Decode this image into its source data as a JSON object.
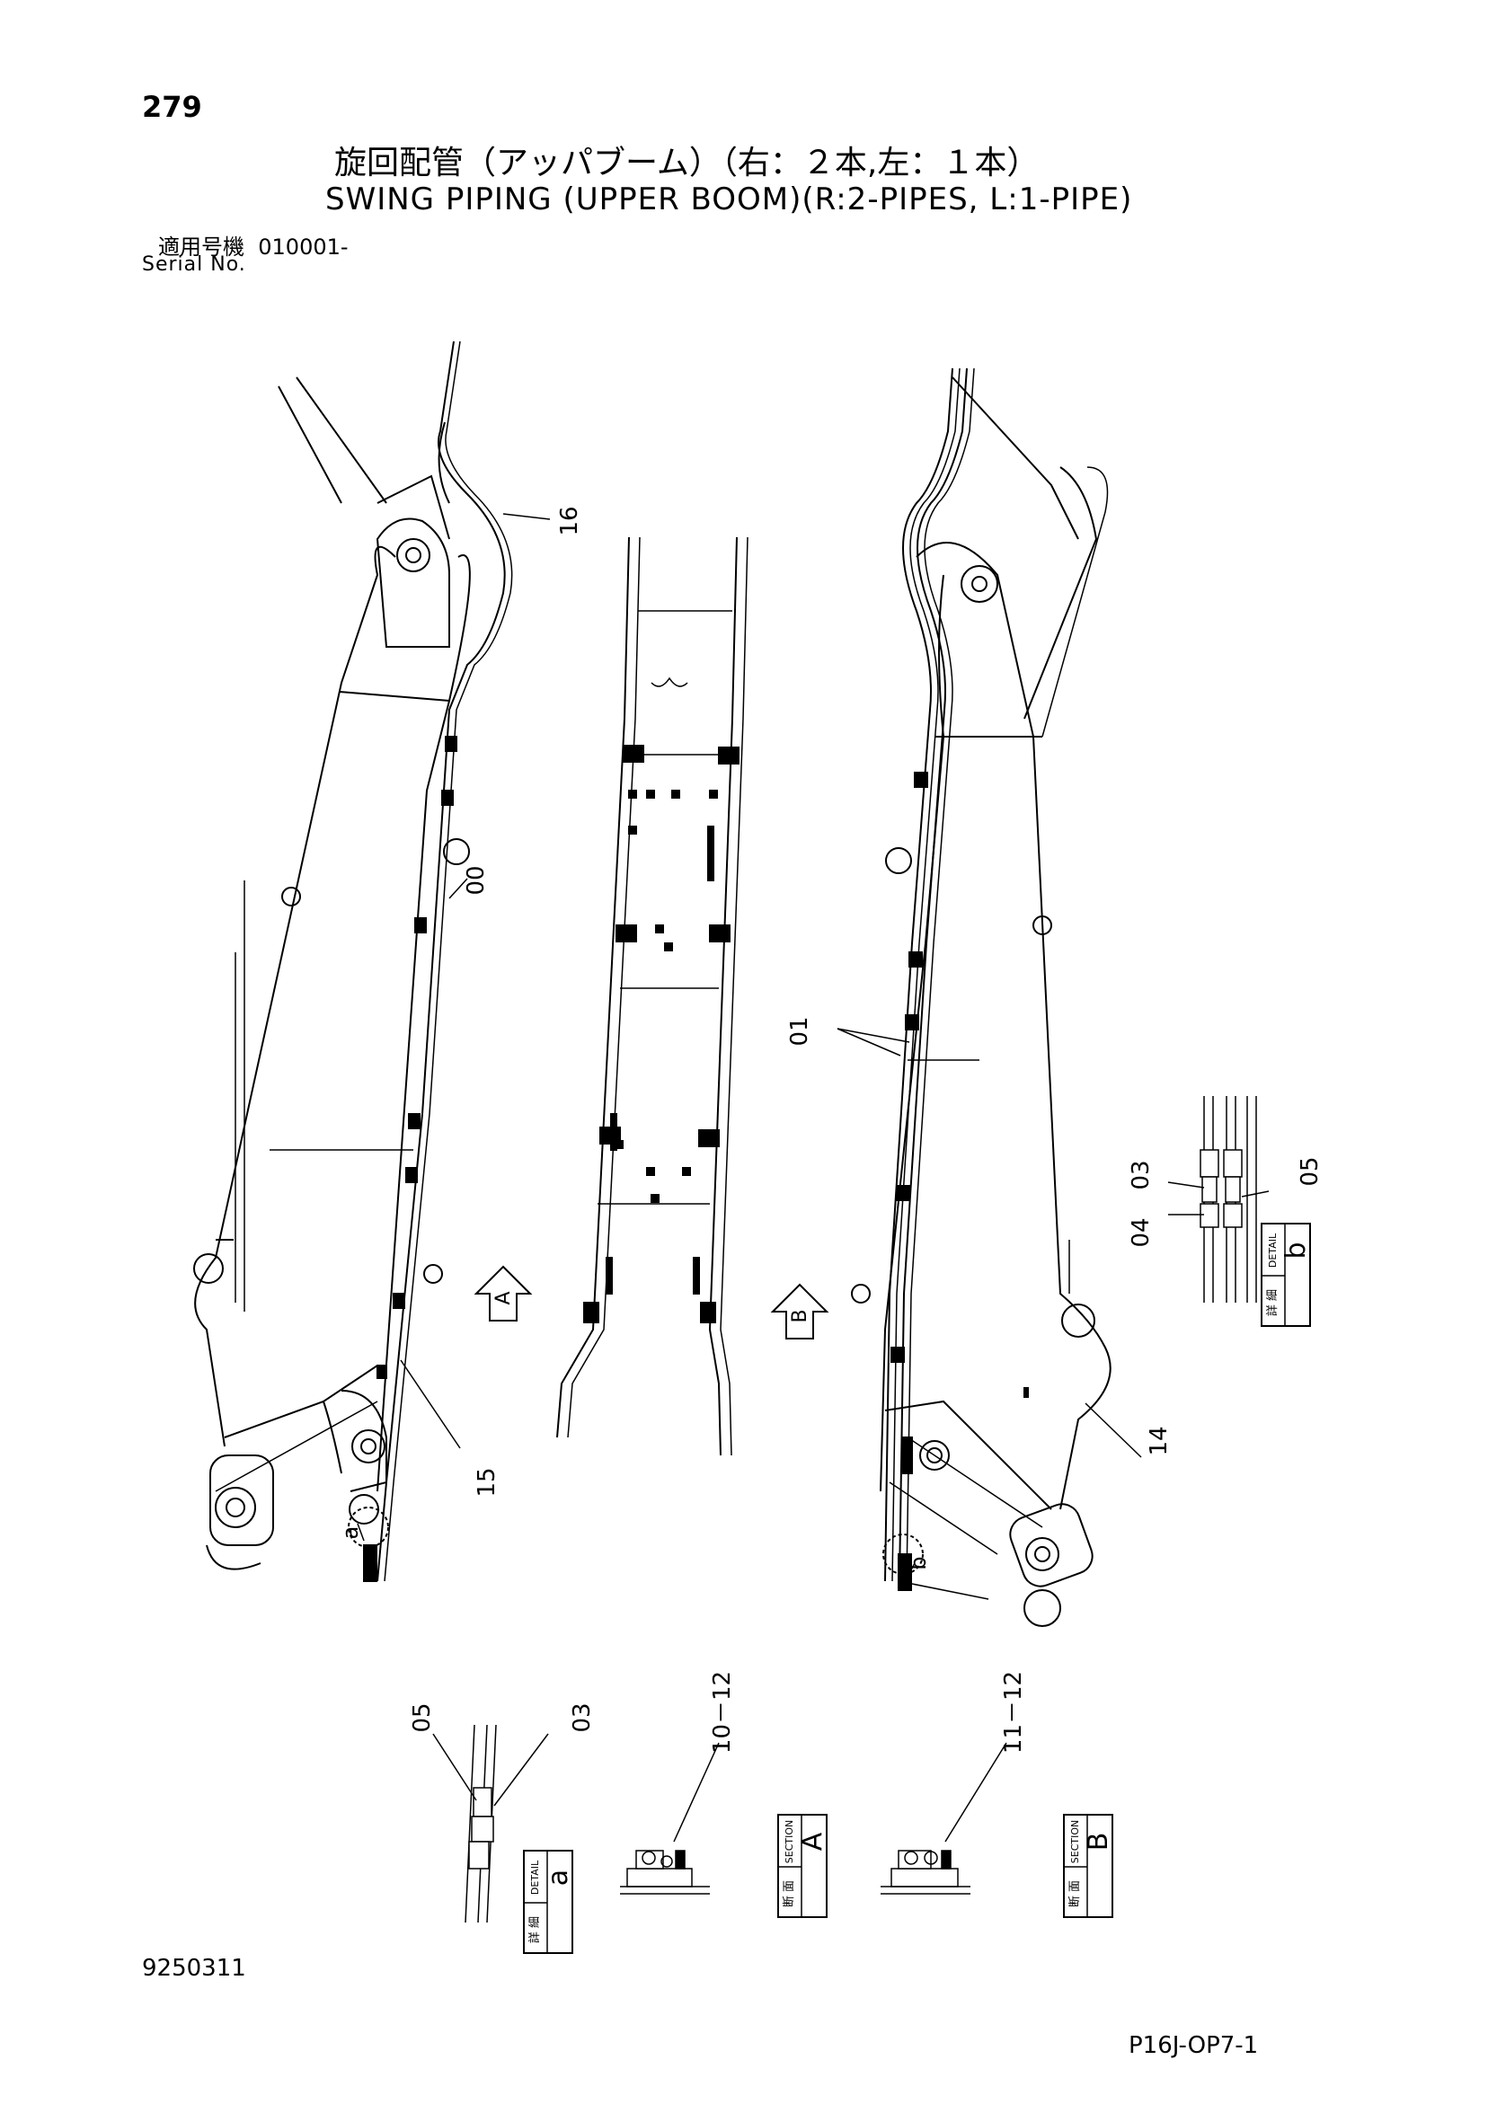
{
  "header": {
    "page_number": "279",
    "title_jp": "旋回配管（アッパブーム）（右：２本,左：１本）",
    "title_en": "SWING PIPING (UPPER BOOM)(R:2-PIPES, L:1-PIPE)",
    "serial_label_jp": "適用号機",
    "serial_value": "010001-",
    "serial_label_en": "Serial No."
  },
  "callouts": {
    "c16": "16",
    "c00": "00",
    "c01": "01",
    "c03a": "03",
    "c04": "04",
    "c05a": "05",
    "c14": "14",
    "c15": "15",
    "ca": "a",
    "cb": "b",
    "c05b": "05",
    "c03b": "03",
    "c1012": "10－12",
    "c1112": "11－12"
  },
  "views": {
    "arrow_a": "A",
    "arrow_b": "B"
  },
  "boxes": {
    "detail_b": {
      "jp": "詳 細",
      "en": "DETAIL",
      "letter": "b"
    },
    "detail_a": {
      "jp": "詳 細",
      "en": "DETAIL",
      "letter": "a"
    },
    "section_a": {
      "jp": "断 面",
      "en": "SECTION",
      "letter": "A"
    },
    "section_b": {
      "jp": "断 面",
      "en": "SECTION",
      "letter": "B"
    }
  },
  "footer": {
    "doc_number": "9250311",
    "sheet_id": "P16J-OP7-1"
  }
}
